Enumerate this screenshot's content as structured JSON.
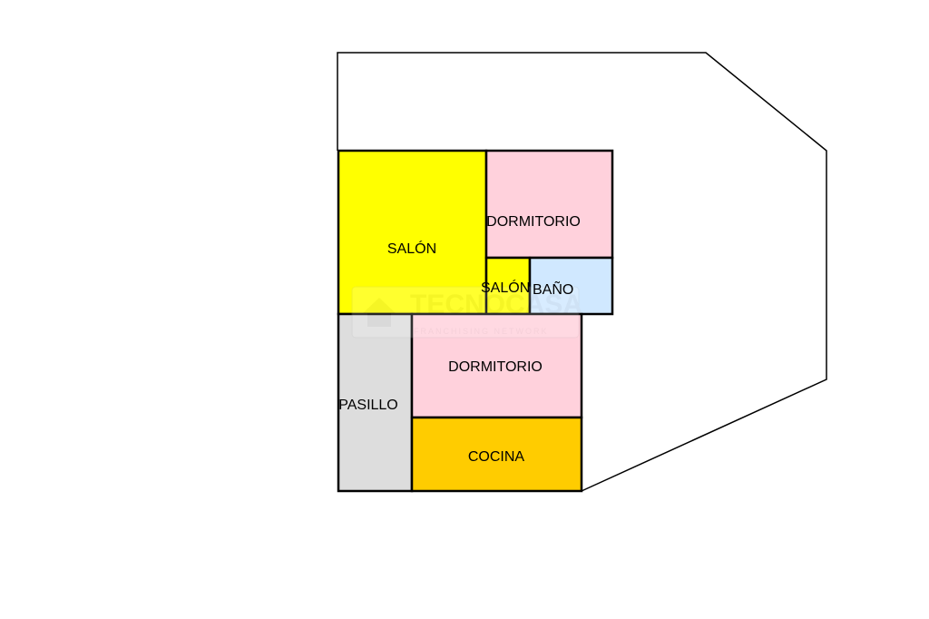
{
  "rooms": [
    {
      "id": "salon-main",
      "label": "SALÓN",
      "color": "#ffff00"
    },
    {
      "id": "dormitorio-top",
      "label": "DORMITORIO",
      "color": "#ffd1dc"
    },
    {
      "id": "salon-small",
      "label": "SALÓN",
      "color": "#ffff00"
    },
    {
      "id": "bano",
      "label": "BAÑO",
      "color": "#d0e8ff"
    },
    {
      "id": "pasillo",
      "label": "PASILLO",
      "color": "#dddddd"
    },
    {
      "id": "dormitorio-bottom",
      "label": "DORMITORIO",
      "color": "#ffd1dc"
    },
    {
      "id": "cocina",
      "label": "COCINA",
      "color": "#ffcc00"
    }
  ],
  "watermark": {
    "brand": "TECNOCASA",
    "tagline": "FRANCHISING NETWORK"
  }
}
